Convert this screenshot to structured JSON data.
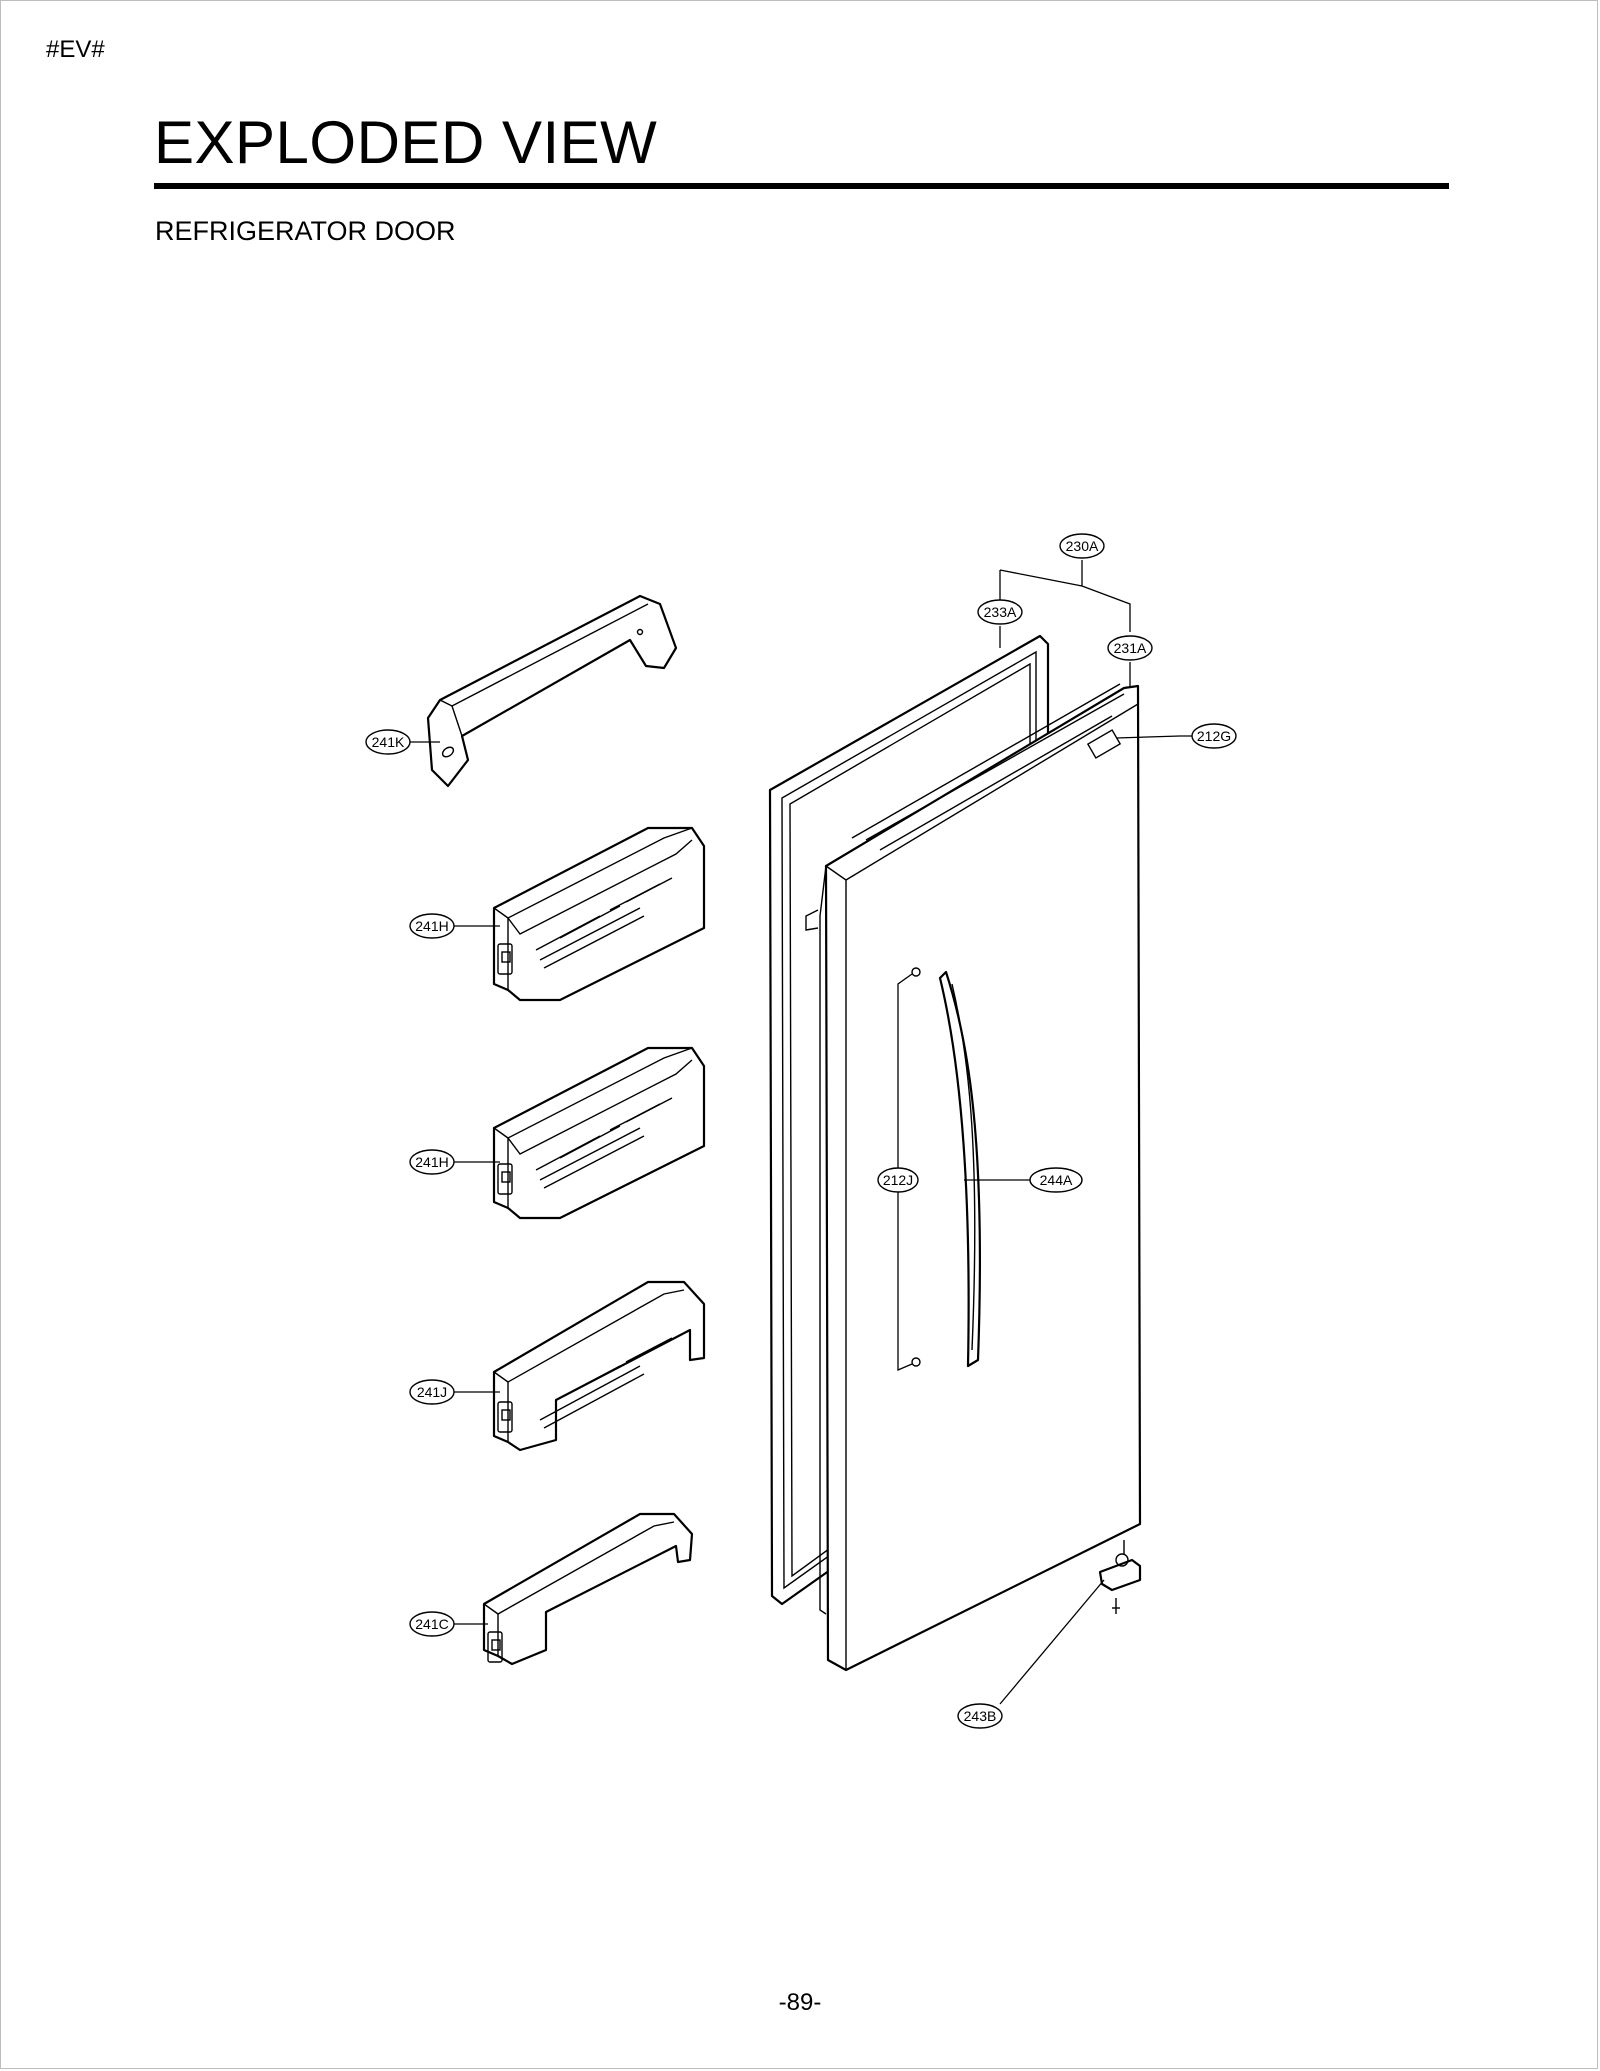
{
  "header": {
    "code": "#EV#",
    "title": "EXPLODED VIEW",
    "subtitle": "REFRIGERATOR DOOR"
  },
  "footer": {
    "page_number": "-89-"
  },
  "diagram": {
    "callouts": [
      {
        "id": "c230A",
        "label": "230A"
      },
      {
        "id": "c233A",
        "label": "233A"
      },
      {
        "id": "c231A",
        "label": "231A"
      },
      {
        "id": "c212G",
        "label": "212G"
      },
      {
        "id": "c241K",
        "label": "241K"
      },
      {
        "id": "c241H_1",
        "label": "241H"
      },
      {
        "id": "c241H_2",
        "label": "241H"
      },
      {
        "id": "c241J",
        "label": "241J"
      },
      {
        "id": "c241C",
        "label": "241C"
      },
      {
        "id": "c212J",
        "label": "212J"
      },
      {
        "id": "c244A",
        "label": "244A"
      },
      {
        "id": "c243B",
        "label": "243B"
      }
    ]
  }
}
